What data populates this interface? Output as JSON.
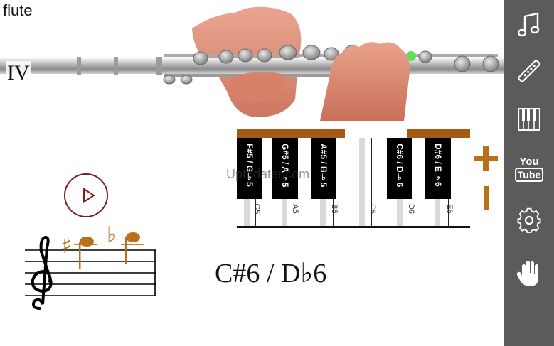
{
  "app": {
    "title": "flute"
  },
  "flute": {
    "register": "IV"
  },
  "keyboard": {
    "white_keys": [
      "G5",
      "A5",
      "B5",
      "C6",
      "D6",
      "E6"
    ],
    "black_keys": [
      {
        "label": "F#5 / G♭5",
        "pressed": false
      },
      {
        "label": "G#5 / A♭5",
        "pressed": false
      },
      {
        "label": "A#5 / B♭5",
        "pressed": false
      },
      {
        "label": "C#6 / D♭6",
        "pressed": true
      },
      {
        "label": "D#6 / E♭6",
        "pressed": false
      }
    ],
    "watermark": "Uptodater.com"
  },
  "controls": {
    "plus_label": "+",
    "minus_label": "-"
  },
  "notation": {
    "sharp": "♯",
    "flat": "♭",
    "note_name": "C#6 / D♭6"
  },
  "sidebar": {
    "items": [
      {
        "icon": "music-note-icon"
      },
      {
        "icon": "flute-icon"
      },
      {
        "icon": "piano-icon"
      },
      {
        "icon": "youtube-icon",
        "label_top": "You",
        "label_bottom": "Tube"
      },
      {
        "icon": "gear-icon"
      },
      {
        "icon": "hand-icon"
      }
    ]
  },
  "colors": {
    "accent": "#b8711a",
    "brown": "#a35a14",
    "sidebar": "#5b5b5b",
    "play": "#7a1f1f"
  }
}
